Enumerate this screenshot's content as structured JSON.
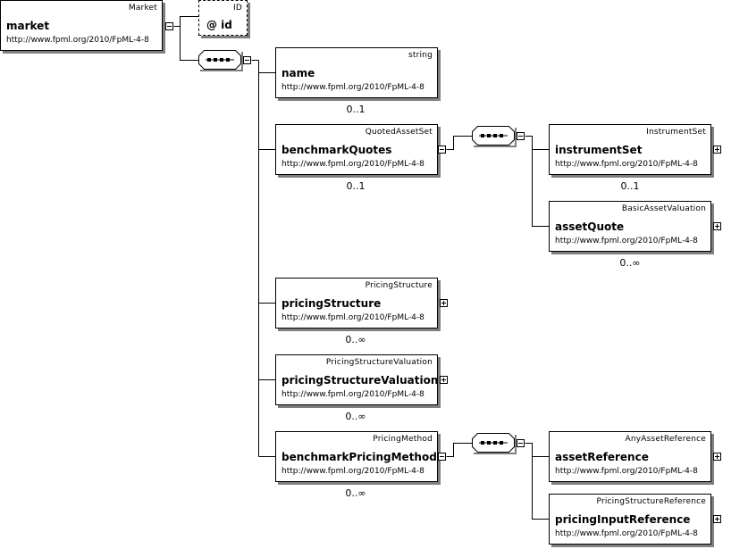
{
  "root": {
    "type": "Market",
    "name": "market",
    "namespace": "http://www.fpml.org/2010/FpML-4-8"
  },
  "attribute": {
    "type": "ID",
    "name": "@ id"
  },
  "elements": [
    {
      "type": "string",
      "name": "name",
      "namespace": "http://www.fpml.org/2010/FpML-4-8",
      "cardinality": "0..1"
    },
    {
      "type": "QuotedAssetSet",
      "name": "benchmarkQuotes",
      "namespace": "http://www.fpml.org/2010/FpML-4-8",
      "cardinality": "0..1"
    },
    {
      "type": "PricingStructure",
      "name": "pricingStructure",
      "namespace": "http://www.fpml.org/2010/FpML-4-8",
      "cardinality": "0..∞"
    },
    {
      "type": "PricingStructureValuation",
      "name": "pricingStructureValuation",
      "namespace": "http://www.fpml.org/2010/FpML-4-8",
      "cardinality": "0..∞"
    },
    {
      "type": "PricingMethod",
      "name": "benchmarkPricingMethod",
      "namespace": "http://www.fpml.org/2010/FpML-4-8",
      "cardinality": "0..∞"
    }
  ],
  "quotes_children": [
    {
      "type": "InstrumentSet",
      "name": "instrumentSet",
      "namespace": "http://www.fpml.org/2010/FpML-4-8",
      "cardinality": "0..1"
    },
    {
      "type": "BasicAssetValuation",
      "name": "assetQuote",
      "namespace": "http://www.fpml.org/2010/FpML-4-8",
      "cardinality": "0..∞"
    }
  ],
  "method_children": [
    {
      "type": "AnyAssetReference",
      "name": "assetReference",
      "namespace": "http://www.fpml.org/2010/FpML-4-8"
    },
    {
      "type": "PricingStructureReference",
      "name": "pricingInputReference",
      "namespace": "http://www.fpml.org/2010/FpML-4-8"
    }
  ]
}
